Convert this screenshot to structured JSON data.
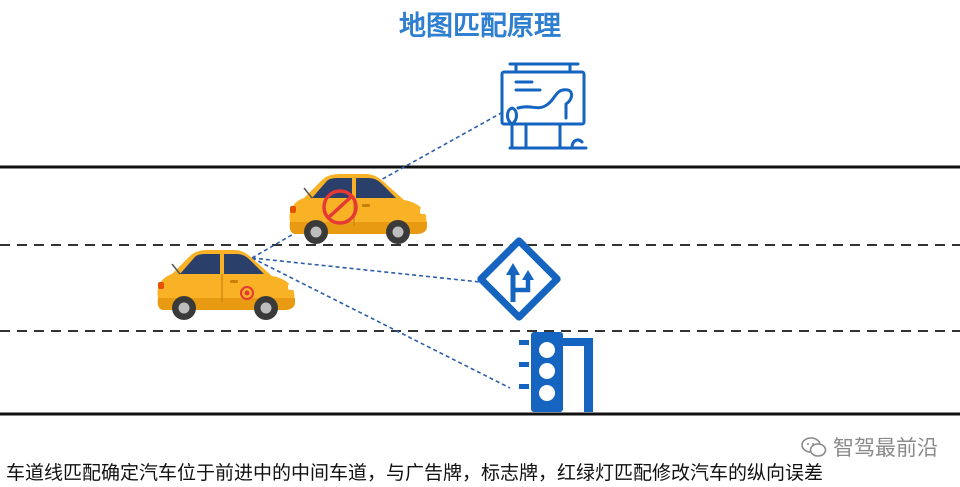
{
  "title": "地图匹配原理",
  "caption": "车道线匹配确定汽车位于前进中的中间车道，与广告牌，标志牌，红绿灯匹配修改汽车的纵向误差",
  "watermark": "智驾最前沿",
  "icons": {
    "billboard": "billboard-icon",
    "direction_sign": "direction-sign-icon",
    "traffic_light": "traffic-light-icon",
    "car_incorrect": "car-icon",
    "car_correct": "car-icon",
    "watermark": "wechat-icon"
  },
  "colors": {
    "title": "#2f7fd0",
    "icon_blue": "#1565c0",
    "car_yellow": "#f9b225",
    "dashed_link": "#2b5faa",
    "no_symbol": "#e53935",
    "target_marker": "#e53935"
  }
}
